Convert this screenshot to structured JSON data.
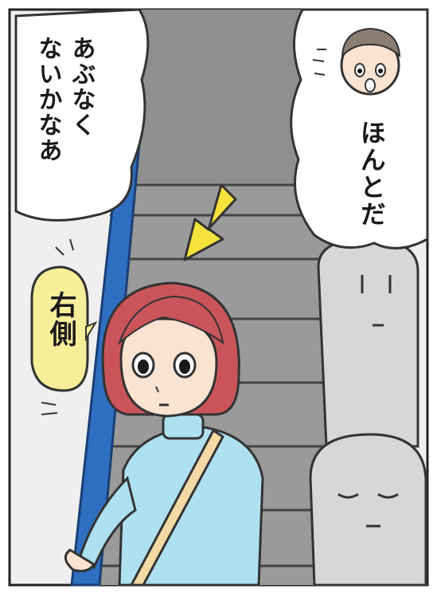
{
  "panel": {
    "left_bubble": {
      "line1": "あぶなく",
      "line2": "ないかなあ"
    },
    "right_bubble": {
      "text": "ほんとだ"
    },
    "small_bubble": {
      "text": "右側"
    }
  },
  "colors": {
    "wall": "#ededed",
    "stairs": "#9a9a9a",
    "handrail": "#2f6fc0",
    "arrow": "#f4e23a",
    "hair": "#c9555a",
    "sweater": "#aee0f0",
    "bag_strap": "#f3d9a4",
    "yellow_bubble": "#f7ee9a",
    "ghost": "#d7d7d9"
  }
}
